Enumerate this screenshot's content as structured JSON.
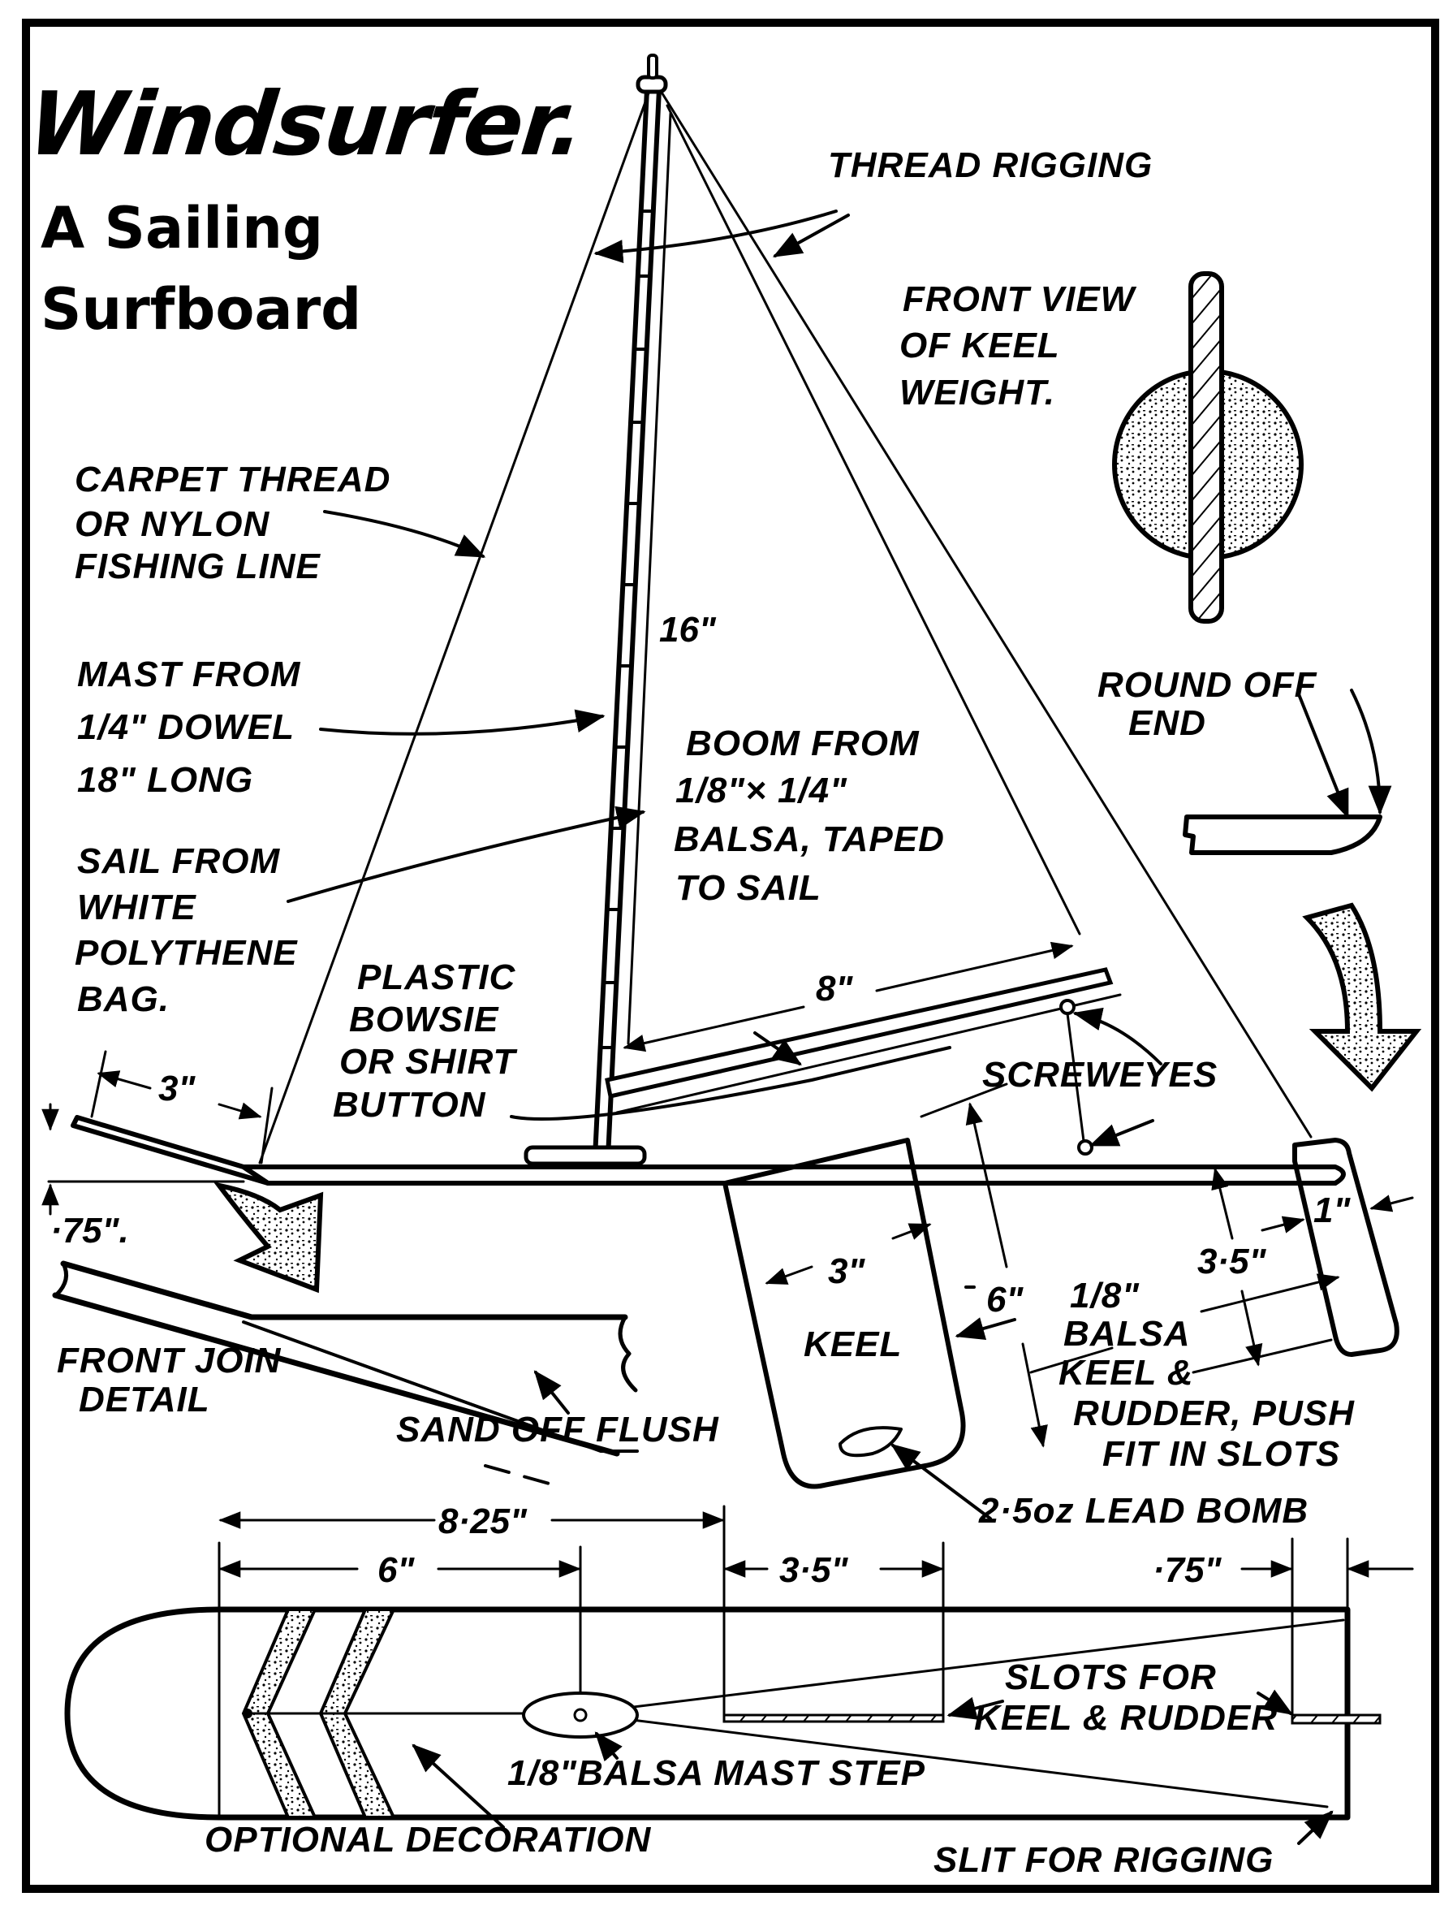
{
  "title": {
    "main": "Windsurfer.",
    "subtitle_line1": "A  Sailing",
    "subtitle_line2": "Surfboard"
  },
  "labels": {
    "thread_rigging": "THREAD RIGGING",
    "front_view_line1": "FRONT VIEW",
    "front_view_line2": "OF KEEL",
    "front_view_line3": "WEIGHT.",
    "carpet_line1": "CARPET THREAD",
    "carpet_line2": "OR NYLON",
    "carpet_line3": "FISHING LINE",
    "mast_line1": "MAST FROM",
    "mast_line2": "1/4\" DOWEL",
    "mast_line3": "18\" LONG",
    "sail_line1": "SAIL FROM",
    "sail_line2": "WHITE",
    "sail_line3": "POLYTHENE",
    "sail_line4": "BAG.",
    "boom_line1": "BOOM FROM",
    "boom_line2": "1/8\"× 1/4\"",
    "boom_line3": "BALSA, TAPED",
    "boom_line4": "TO SAIL",
    "round_off_line1": "ROUND  OFF",
    "round_off_line2": "END",
    "plastic_line1": "PLASTIC",
    "plastic_line2": "BOWSIE",
    "plastic_line3": "OR SHIRT",
    "plastic_line4": "BUTTON",
    "screweyes": "SCREWEYES",
    "front_join_line1": "FRONT JOIN",
    "front_join_line2": "DETAIL",
    "sand_off": "SAND OFF FLUSH",
    "keel": "KEEL",
    "balsa_line1": "1/8\"",
    "balsa_line2": "BALSA",
    "balsa_line3": "KEEL &",
    "balsa_line4": "RUDDER, PUSH",
    "balsa_line5": "FIT IN SLOTS",
    "lead_bomb": "2·5oz  LEAD BOMB",
    "slots_line1": "SLOTS  FOR",
    "slots_line2": "KEEL & RUDDER",
    "mast_step": "1/8\"BALSA MAST STEP",
    "optional_decoration": "OPTIONAL  DECORATION",
    "slit_rigging": "SLIT FOR RIGGING"
  },
  "dimensions": {
    "mast_16": "16\"",
    "boom_8": "8\"",
    "nose_3": "3\"",
    "nose_rise_075": "·75\".",
    "keel_width_3": "3\"",
    "keel_depth_6": "6\"",
    "rudder_depth_35": "3·5\"",
    "rudder_width_1": "1\"",
    "plan_825": "8·25\"",
    "plan_6": "6\"",
    "plan_35": "3·5\"",
    "plan_075": "·75\""
  },
  "colors": {
    "ink": "#000000",
    "paper": "#ffffff"
  }
}
